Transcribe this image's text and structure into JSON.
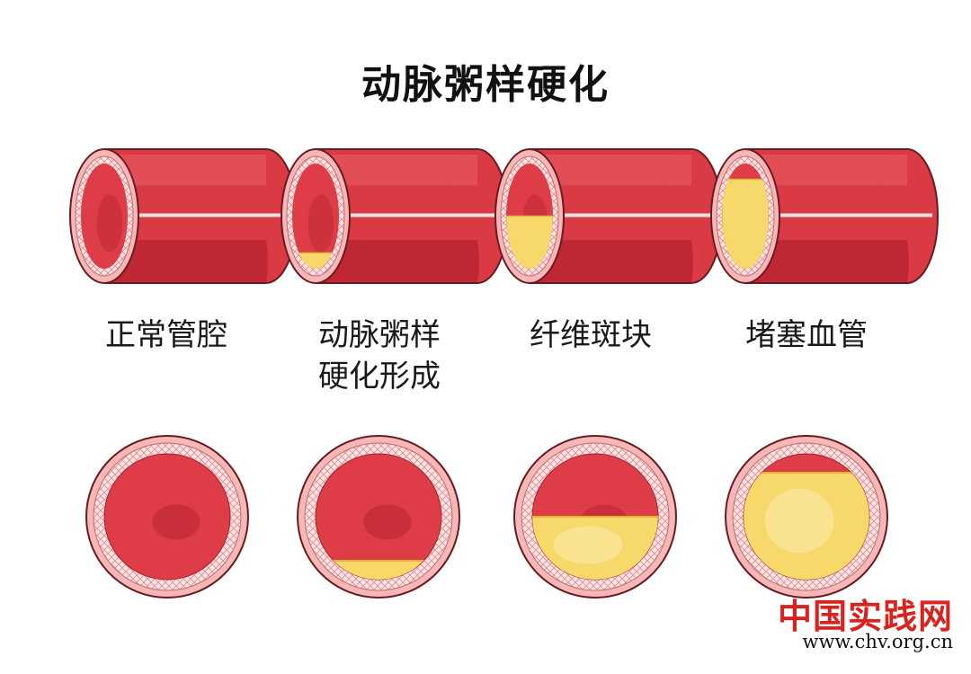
{
  "title": "动脉粥样硬化",
  "stages": [
    {
      "label": "正常管腔",
      "plaque_level": 0.0
    },
    {
      "label": "动脉粥样\n硬化形成",
      "plaque_level": 0.15
    },
    {
      "label": "纤维斑块",
      "plaque_level": 0.5
    },
    {
      "label": "堵塞血管",
      "plaque_level": 0.85
    }
  ],
  "watermark": {
    "logo": "中国实践网",
    "url": "www.chv.org.cn"
  },
  "colors": {
    "vessel_red": "#d93a44",
    "vessel_dark": "#b5222e",
    "vessel_light": "#e95a63",
    "lumen": "#de3d48",
    "lumen_dark": "#c12935",
    "wall_pink": "#f4b8b8",
    "plaque": "#f6d96a",
    "plaque_dark": "#e0b53c"
  }
}
